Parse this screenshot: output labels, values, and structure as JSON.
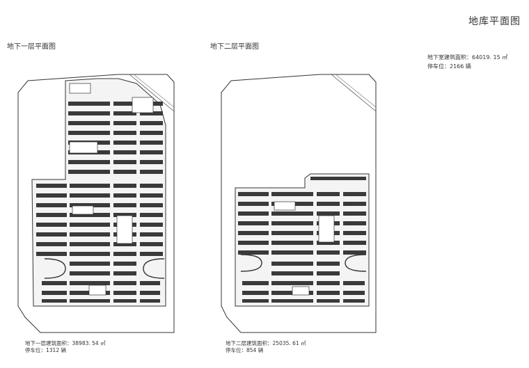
{
  "title": "地库平面图",
  "levels": [
    {
      "label": "地下一层平面图",
      "area_text": "地下一层建筑面积：38983. 54 ㎡",
      "parking_text": "停车位：1312 辆"
    },
    {
      "label": "地下二层平面图",
      "area_text": "地下二层建筑面积：25035. 61 ㎡",
      "parking_text": "停车位：854 辆"
    }
  ],
  "summary": {
    "area_text": "地下室建筑面积：64019. 15 ㎡",
    "parking_text": "停车位：2166 辆"
  }
}
